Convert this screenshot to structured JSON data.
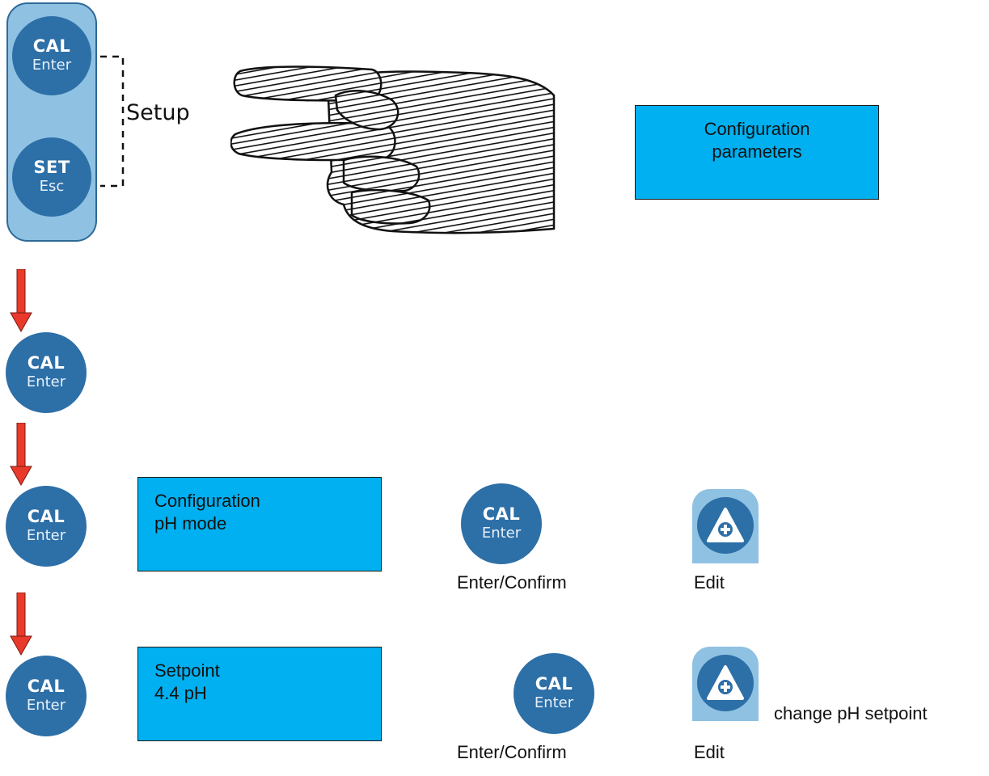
{
  "keypad": {
    "top_button": {
      "line1": "CAL",
      "line2": "Enter"
    },
    "bottom_button": {
      "line1": "SET",
      "line2": "Esc"
    },
    "bracket_label": "Setup"
  },
  "top_display": {
    "line1": "Configuration",
    "line2": "parameters"
  },
  "steps": [
    {
      "button": {
        "line1": "CAL",
        "line2": "Enter"
      }
    },
    {
      "button": {
        "line1": "CAL",
        "line2": "Enter"
      },
      "display": {
        "line1": "Configuration",
        "line2": "pH mode"
      },
      "confirm_button": {
        "line1": "CAL",
        "line2": "Enter"
      },
      "confirm_label": "Enter/Confirm",
      "edit_label": "Edit"
    },
    {
      "button": {
        "line1": "CAL",
        "line2": "Enter"
      },
      "display": {
        "line1": "Setpoint",
        "line2": "4.4 pH"
      },
      "confirm_button": {
        "line1": "CAL",
        "line2": "Enter"
      },
      "confirm_label": "Enter/Confirm",
      "edit_label": "Edit",
      "edit_note": "change pH setpoint"
    }
  ],
  "colors": {
    "button_blue": "#2d6fa7",
    "panel_light_blue": "#8fc1e3",
    "display_cyan": "#00b0f0",
    "arrow_red": "#e8392a"
  }
}
